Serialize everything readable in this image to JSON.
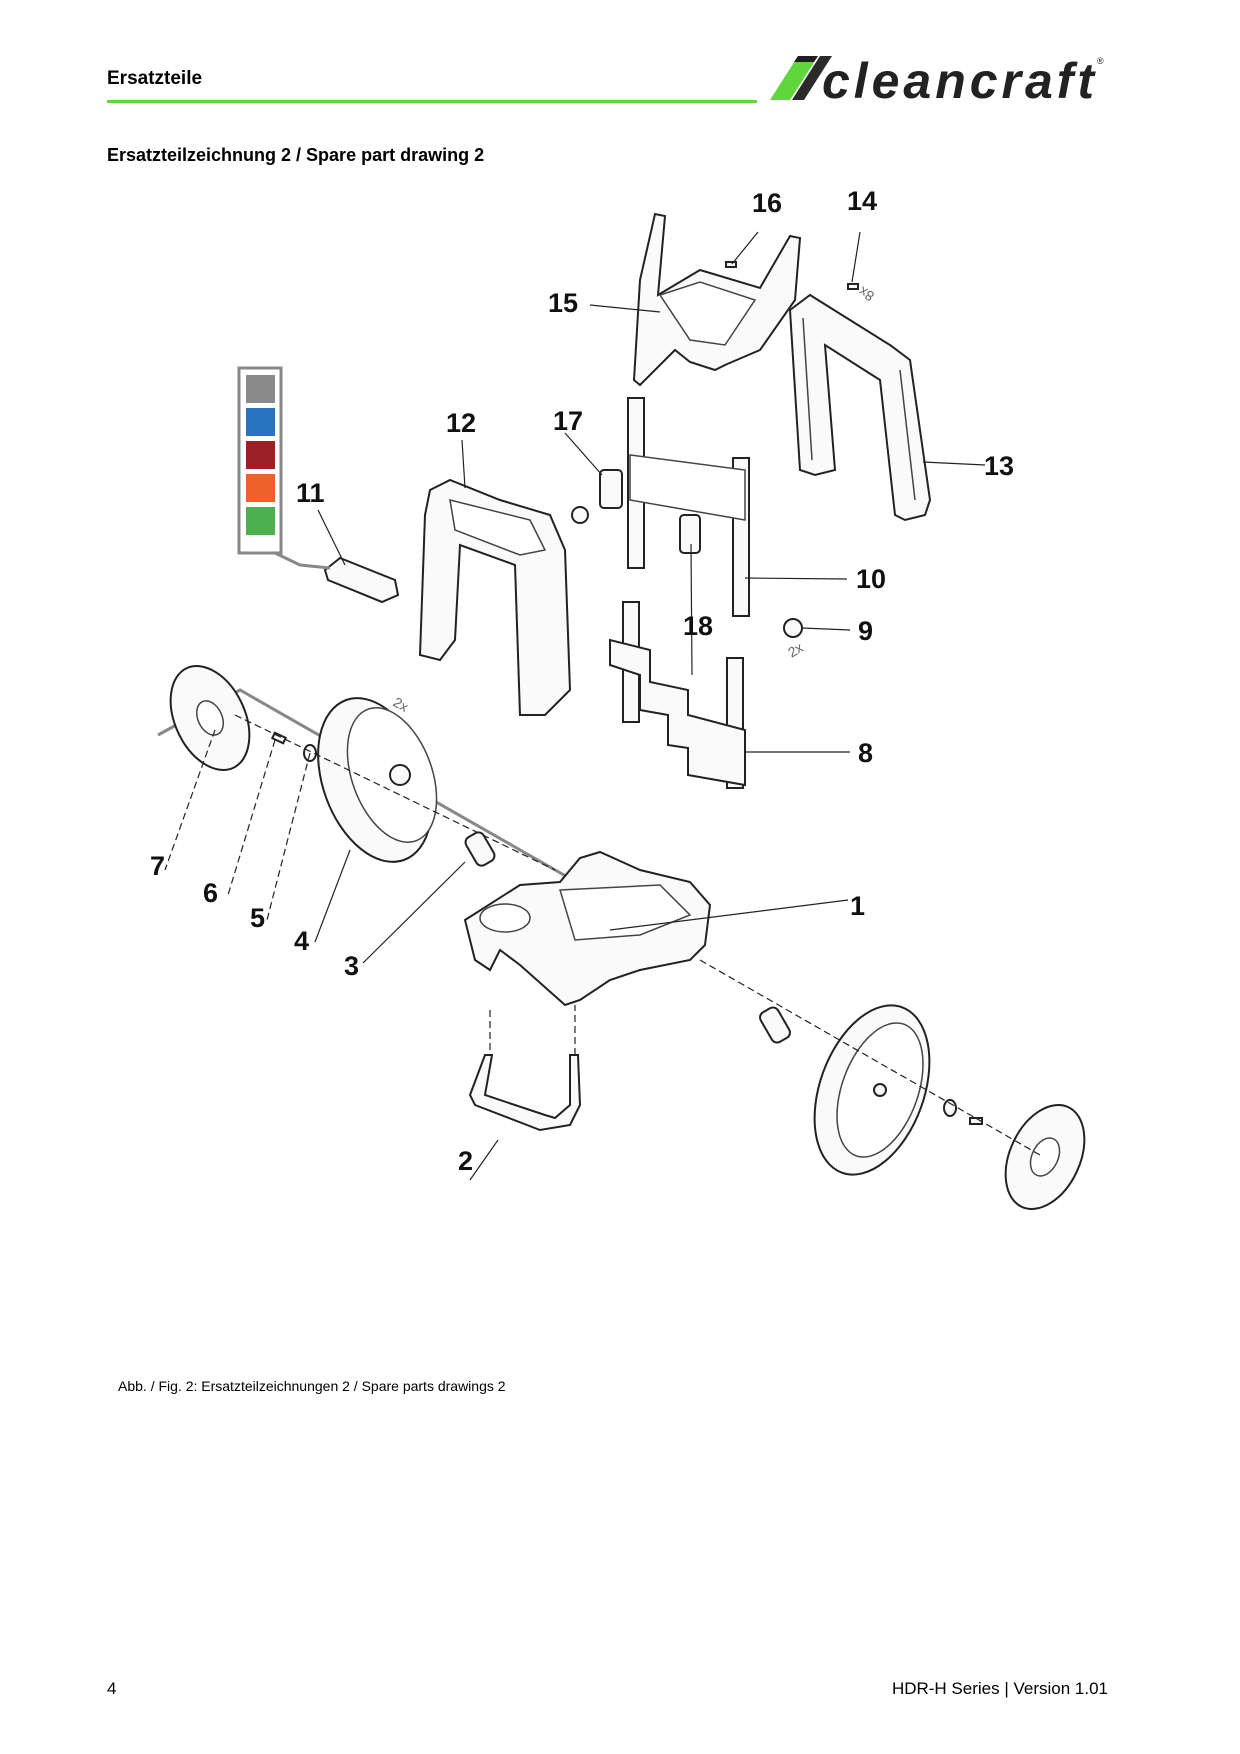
{
  "header": {
    "title": "Ersatzteile",
    "logo_text": "cleancraft",
    "rule_color": "#5fd63c"
  },
  "section_title": "Ersatzteilzeichnung 2 / Spare part drawing 2",
  "drawing": {
    "callouts": [
      "1",
      "2",
      "3",
      "4",
      "5",
      "6",
      "7",
      "8",
      "9",
      "10",
      "11",
      "12",
      "13",
      "14",
      "15",
      "16",
      "17",
      "18"
    ],
    "quantity_marks": [
      "2x",
      "8x",
      "2x"
    ],
    "color_swatches": [
      "#8a8a8a",
      "#2a73c0",
      "#9b1f24",
      "#f0602a",
      "#4caf50"
    ]
  },
  "caption": "Abb. / Fig. 2: Ersatzteilzeichnungen 2 / Spare parts drawings 2",
  "footer": {
    "page_number": "4",
    "doc_version": "HDR-H Series | Version 1.01"
  }
}
